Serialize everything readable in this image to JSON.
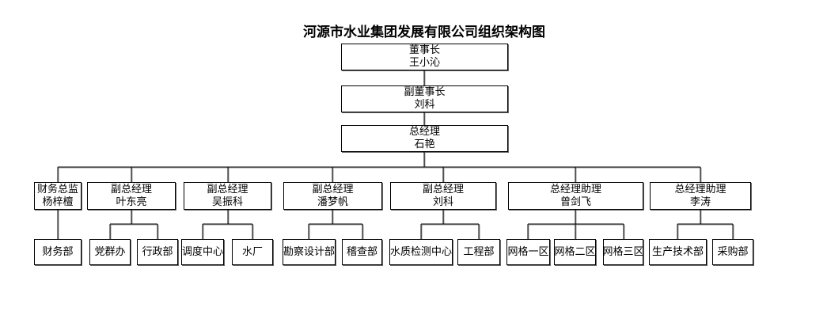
{
  "title": "河源市水业集团发展有限公司组织架构图",
  "colors": {
    "background": "#ffffff",
    "box_border": "#000000",
    "line": "#000000",
    "line_shadow": "#9b9b9b",
    "text": "#000000"
  },
  "org": {
    "top_chain": [
      {
        "title": "董事长",
        "name": "王小沁"
      },
      {
        "title": "副董事长",
        "name": "刘科"
      },
      {
        "title": "总经理",
        "name": "石艳"
      }
    ],
    "executives": [
      {
        "title": "财务总监",
        "name": "杨梓檀",
        "departments": [
          "财务部"
        ]
      },
      {
        "title": "副总经理",
        "name": "叶东亮",
        "departments": [
          "党群办",
          "行政部"
        ]
      },
      {
        "title": "副总经理",
        "name": "吴振科",
        "departments": [
          "调度中心",
          "水厂"
        ]
      },
      {
        "title": "副总经理",
        "name": "潘梦帆",
        "departments": [
          "勘察设计部",
          "稽查部"
        ]
      },
      {
        "title": "副总经理",
        "name": "刘科",
        "departments": [
          "水质检测中心",
          "工程部"
        ]
      },
      {
        "title": "总经理助理",
        "name": "曾剑飞",
        "departments": [
          "网格一区",
          "网格二区",
          "网格三区"
        ]
      },
      {
        "title": "总经理助理",
        "name": "李涛",
        "departments": [
          "生产技术部",
          "采购部"
        ]
      }
    ]
  }
}
